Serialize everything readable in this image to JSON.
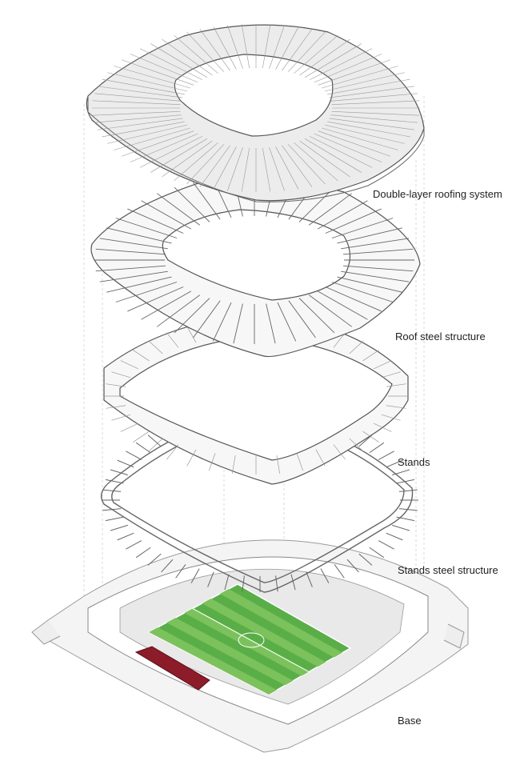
{
  "layers": [
    {
      "id": "roofing",
      "label": "Double-layer roofing system"
    },
    {
      "id": "roof_steel",
      "label": "Roof steel structure"
    },
    {
      "id": "stands",
      "label": "Stands"
    },
    {
      "id": "stands_steel",
      "label": "Stands steel structure"
    },
    {
      "id": "base",
      "label": "Base"
    }
  ],
  "colors": {
    "line": "#555555",
    "light_line": "#9a9a9a",
    "roof_fill": "#ececec",
    "pitch_dark": "#3f9a3a",
    "pitch_light": "#7cc25c",
    "seats_red": "#8c1c2a",
    "base_fill": "#f4f4f4"
  }
}
